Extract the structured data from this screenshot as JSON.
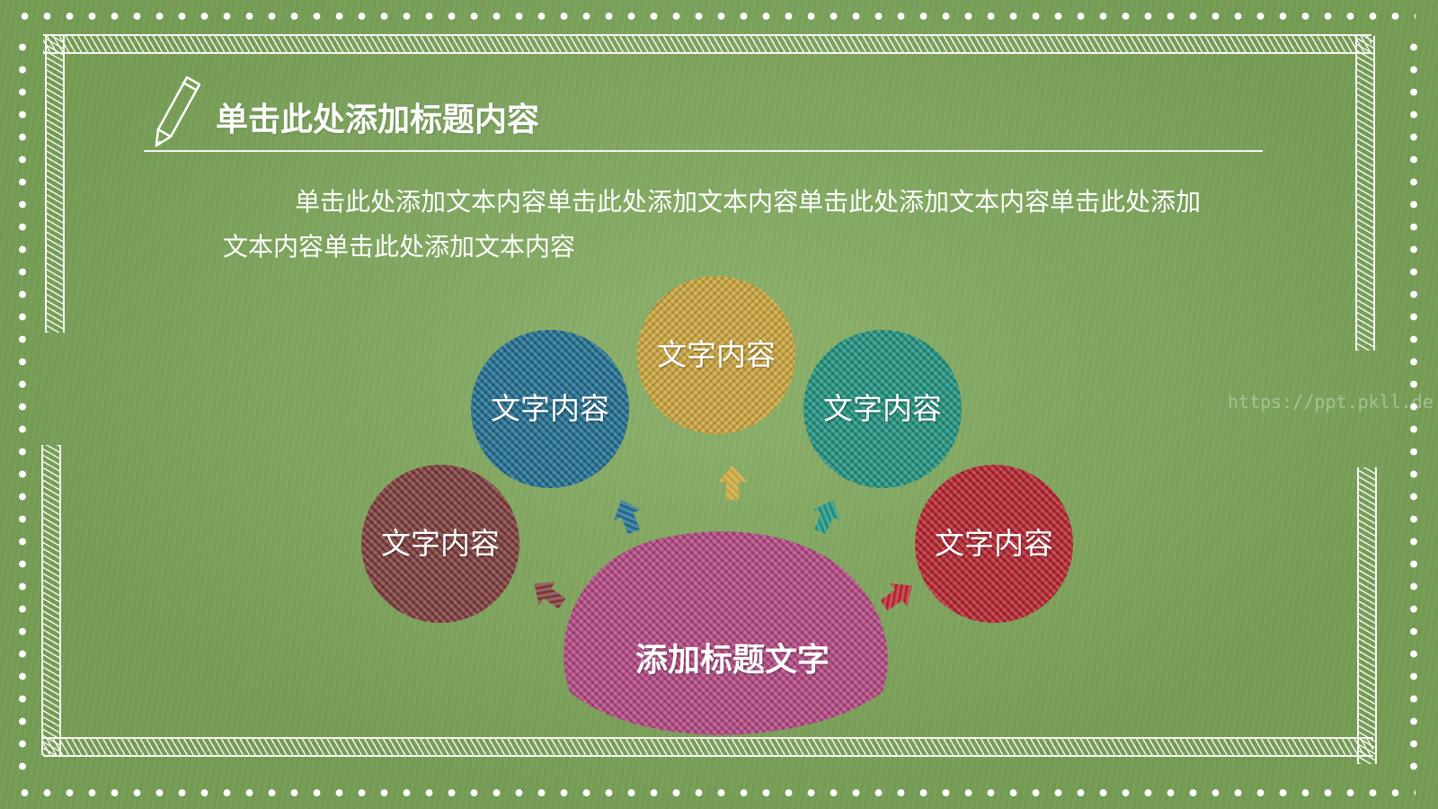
{
  "slide": {
    "title": "单击此处添加标题内容",
    "body": "单击此处添加文本内容单击此处添加文本内容单击此处添加文本内容单击此处添加文本内容单击此处添加文本内容",
    "watermark": "https://ppt.pkll.de"
  },
  "diagram": {
    "center": {
      "label": "添加标题文字",
      "color": "#b0457f"
    },
    "nodes": [
      {
        "label": "文字内容",
        "color": "#7b3a3a"
      },
      {
        "label": "文字内容",
        "color": "#1f6b8e"
      },
      {
        "label": "文字内容",
        "color": "#c8a23a"
      },
      {
        "label": "文字内容",
        "color": "#1e8f7c"
      },
      {
        "label": "文字内容",
        "color": "#b3232e"
      }
    ]
  },
  "theme": {
    "chalkboard": "#80a95c",
    "chalk": "#ffffff"
  }
}
